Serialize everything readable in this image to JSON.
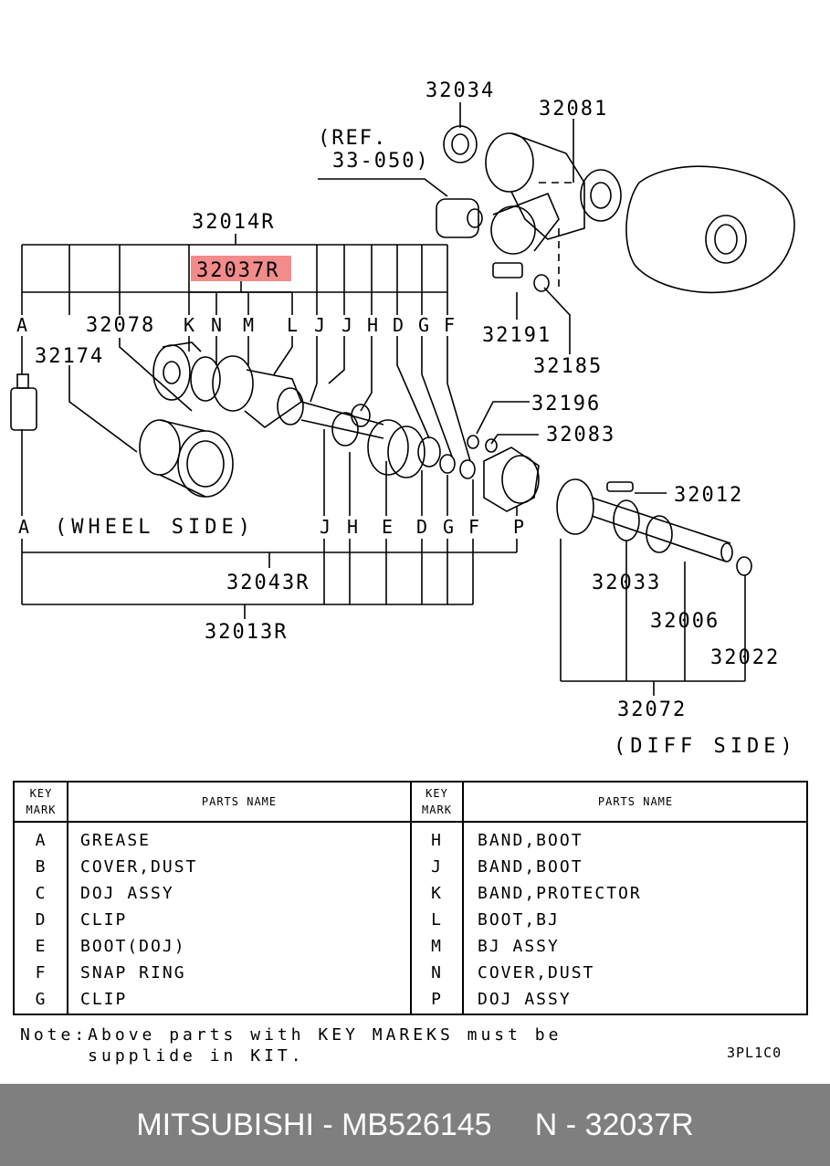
{
  "diagram": {
    "labels": {
      "p32034": "32034",
      "p32081": "32081",
      "ref1": "(REF.",
      "ref2": "33-050)",
      "p32014R": "32014R",
      "p32037R": "32037R",
      "p32078": "32078",
      "p32174": "32174",
      "p32191": "32191",
      "p32185": "32185",
      "p32196": "32196",
      "p32083": "32083",
      "p32012": "32012",
      "p32043R": "32043R",
      "p32013R": "32013R",
      "p32033": "32033",
      "p32006": "32006",
      "p32022": "32022",
      "p32072": "32072",
      "wheel_side": "(WHEEL SIDE)",
      "diff_side": "(DIFF SIDE)"
    },
    "top_marks": [
      "A",
      "K",
      "N",
      "M",
      "L",
      "J",
      "J",
      "H",
      "D",
      "G",
      "F"
    ],
    "bottom_marks": [
      "A",
      "J",
      "H",
      "E",
      "D",
      "G",
      "F",
      "P"
    ],
    "highlight_color": "#f28b8b"
  },
  "table": {
    "header_key": [
      "KEY",
      "MARK"
    ],
    "header_parts": "PARTS NAME",
    "left": [
      {
        "mark": "A",
        "name": "GREASE"
      },
      {
        "mark": "B",
        "name": "COVER,DUST"
      },
      {
        "mark": "C",
        "name": "DOJ ASSY"
      },
      {
        "mark": "D",
        "name": "CLIP"
      },
      {
        "mark": "E",
        "name": "BOOT(DOJ)"
      },
      {
        "mark": "F",
        "name": "SNAP RING"
      },
      {
        "mark": "G",
        "name": "CLIP"
      }
    ],
    "right": [
      {
        "mark": "H",
        "name": "BAND,BOOT"
      },
      {
        "mark": "J",
        "name": "BAND,BOOT"
      },
      {
        "mark": "K",
        "name": "BAND,PROTECTOR"
      },
      {
        "mark": "L",
        "name": "BOOT,BJ"
      },
      {
        "mark": "M",
        "name": "BJ ASSY"
      },
      {
        "mark": "N",
        "name": "COVER,DUST"
      },
      {
        "mark": "P",
        "name": "DOJ ASSY"
      }
    ]
  },
  "note": {
    "line1": "Note:Above parts with KEY MAREKS must be",
    "line2": "     supplide in KIT."
  },
  "diagram_code": "3PL1C0",
  "footer": {
    "brand": "MITSUBISHI",
    "part_number": "MB526145",
    "ref": "N - 32037R",
    "text": "MITSUBISHI - MB526145     N - 32037R"
  }
}
